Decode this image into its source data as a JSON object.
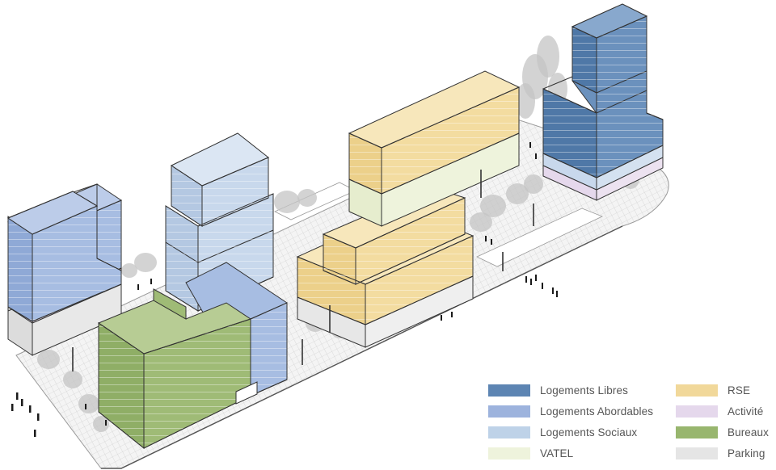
{
  "palette": {
    "logements_libres": "#5d85b3",
    "logements_abordables": "#9db3dd",
    "logements_sociaux": "#bed2e8",
    "vatel": "#eef3dc",
    "rse": "#f1d89a",
    "activite": "#e5d8ec",
    "bureaux": "#98b66e",
    "parking": "#e5e5e5"
  },
  "legend": {
    "column1": [
      {
        "label": "Logements Libres",
        "color": "#5d85b3"
      },
      {
        "label": "Logements Abordables",
        "color": "#9db3dd"
      },
      {
        "label": "Logements Sociaux",
        "color": "#bed2e8"
      },
      {
        "label": "VATEL",
        "color": "#eef3dc"
      }
    ],
    "column2": [
      {
        "label": "RSE",
        "color": "#f1d89a"
      },
      {
        "label": "Activité",
        "color": "#e5d8ec"
      },
      {
        "label": "Bureaux",
        "color": "#98b66e"
      },
      {
        "label": "Parking",
        "color": "#e5e5e5"
      }
    ]
  }
}
